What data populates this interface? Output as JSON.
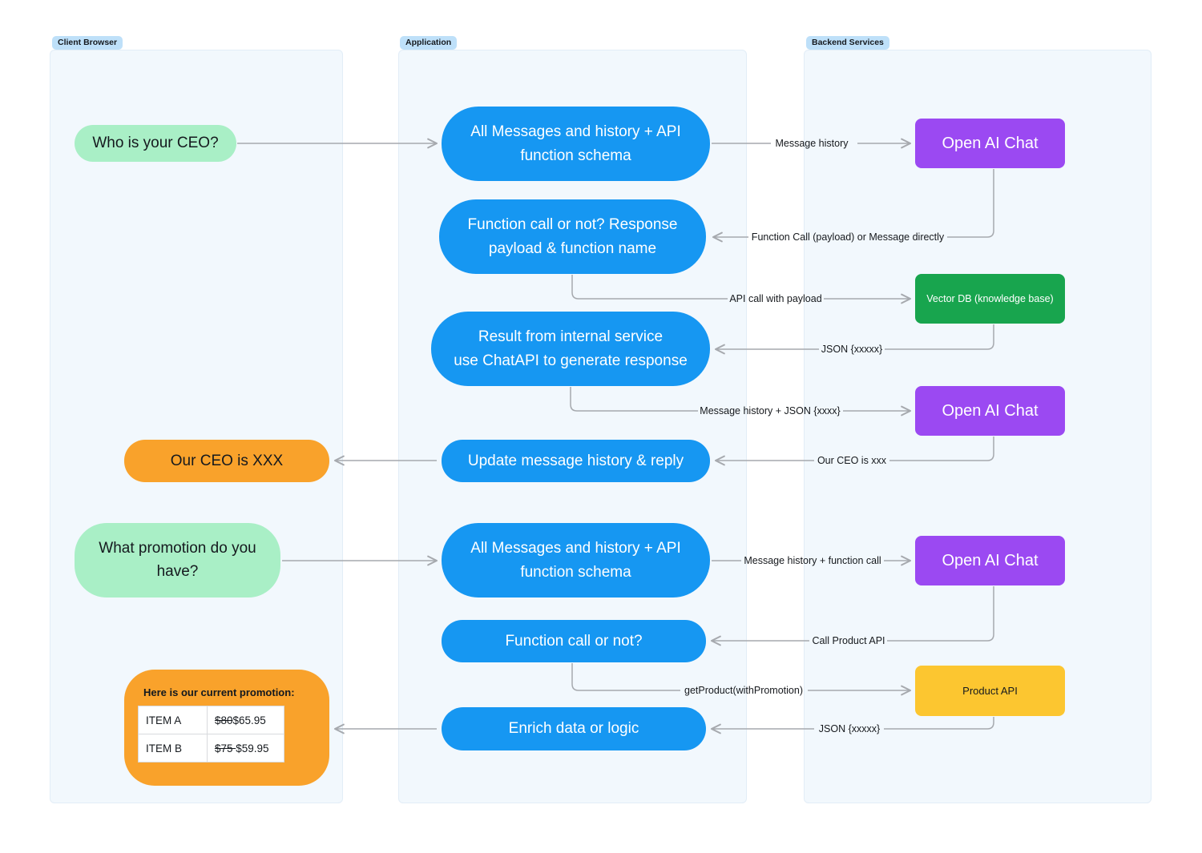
{
  "diagram": {
    "columns": [
      {
        "label": "Client Browser"
      },
      {
        "label": "Application"
      },
      {
        "label": "Backend Services"
      }
    ],
    "client": {
      "question1": {
        "lines": [
          "Who is your CEO?"
        ]
      },
      "answer1": "Our CEO is XXX",
      "question2": {
        "lines": [
          "What promotion do you",
          "have?"
        ]
      },
      "promo_card": {
        "heading": "Here is our current promotion:",
        "rows": [
          {
            "item": "ITEM A",
            "old_price": "$80",
            "new_price": "$65.95"
          },
          {
            "item": "ITEM B",
            "old_price": "$75 ",
            "new_price": "$59.95"
          }
        ]
      }
    },
    "application_steps": [
      {
        "lines": [
          "All Messages and history + API",
          "function schema"
        ]
      },
      {
        "lines": [
          "Function call or not? Response",
          "payload & function name"
        ]
      },
      {
        "lines": [
          "Result from internal service",
          "use ChatAPI to generate response"
        ]
      },
      {
        "lines": [
          "Update message history & reply"
        ]
      },
      {
        "lines": [
          "All Messages and history + API",
          "function schema"
        ]
      },
      {
        "lines": [
          "Function call or not?"
        ]
      },
      {
        "lines": [
          "Enrich data or logic"
        ]
      }
    ],
    "backend_services": [
      {
        "label": "Open AI Chat"
      },
      {
        "label": "Vector DB (knowledge base)"
      },
      {
        "label": "Open AI Chat"
      },
      {
        "label": "Open AI Chat"
      },
      {
        "label": "Product API"
      }
    ],
    "edge_labels": [
      {
        "label": "Message history"
      },
      {
        "label": "Function Call (payload) or Message directly"
      },
      {
        "label": "API call with payload"
      },
      {
        "label": "JSON {xxxxx}"
      },
      {
        "label": "Message history + JSON {xxxx}"
      },
      {
        "label": "Our CEO is xxx"
      },
      {
        "label": "Message history + function call"
      },
      {
        "label": "Call Product API"
      },
      {
        "label": "getProduct(withPromotion)"
      },
      {
        "label": "JSON {xxxxx}"
      }
    ],
    "colors": {
      "app_step_blue": "#1697F2",
      "client_question_green": "#A9EFC6",
      "client_answer_orange": "#F9A22B",
      "openai_purple": "#9B49F2",
      "vectordb_green": "#18A54E",
      "productapi_yellow": "#FCC630",
      "panel_blue": "#F2F8FD",
      "column_pill_blue": "#BEE0F9",
      "connector_gray": "#A6A9AE"
    }
  }
}
